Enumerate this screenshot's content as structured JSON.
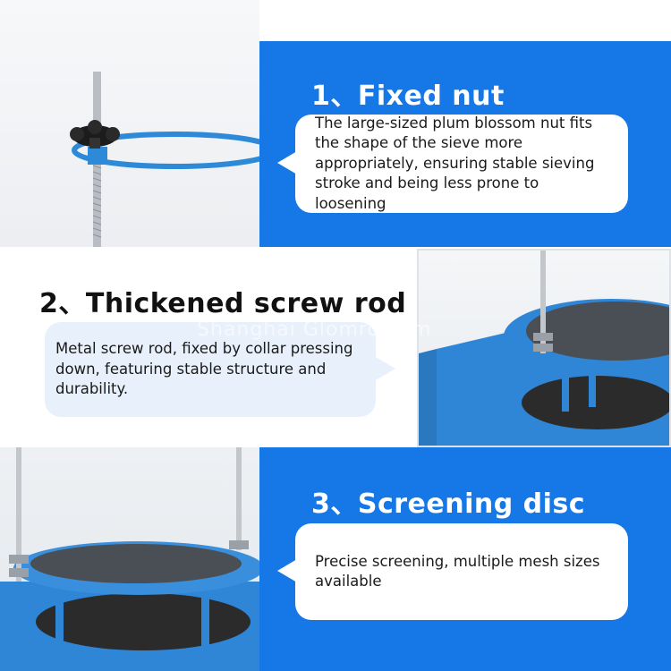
{
  "sections": [
    {
      "heading": "1、Fixed nut",
      "text": "The large-sized plum blossom nut fits the shape of the sieve more appropriately, ensuring stable sieving stroke and being less prone to loosening"
    },
    {
      "heading": "2、Thickened screw rod",
      "text": "Metal screw rod, fixed by collar pressing down, featuring stable structure and durability."
    },
    {
      "heading": "3、Screening disc",
      "text": "Precise screening, multiple mesh sizes available"
    }
  ],
  "watermark": "Shanghai Glomro.com",
  "colors": {
    "accent_blue": "#1677e6",
    "bubble_light": "#e8f1fb",
    "machine_blue": "#2f86d6"
  }
}
